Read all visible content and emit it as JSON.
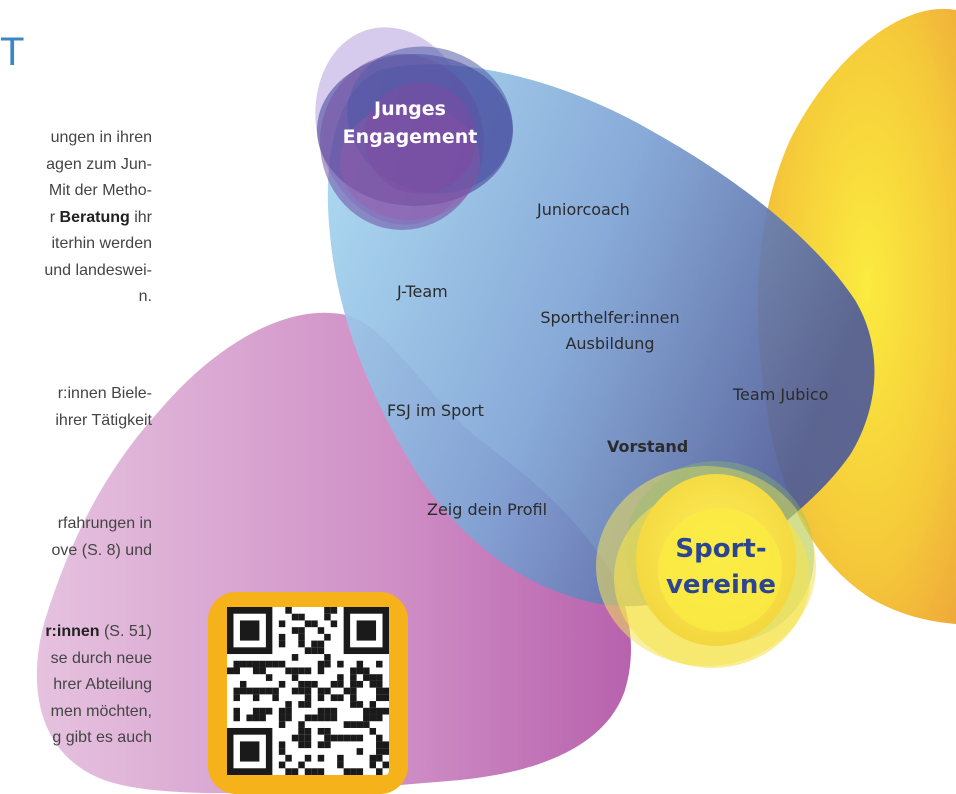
{
  "heading": "T",
  "paragraphs": [
    {
      "lines": [
        {
          "parts": [
            {
              "t": "ungen in ihren"
            }
          ]
        },
        {
          "parts": [
            {
              "t": "agen zum Jun-"
            }
          ]
        },
        {
          "parts": [
            {
              "t": "Mit der Metho-"
            }
          ]
        },
        {
          "parts": [
            {
              "t": "r "
            },
            {
              "t": "Beratung",
              "b": true
            },
            {
              "t": " ihr"
            }
          ]
        },
        {
          "parts": [
            {
              "t": "iterhin werden"
            }
          ]
        },
        {
          "parts": [
            {
              "t": "und landeswei-"
            }
          ]
        },
        {
          "parts": [
            {
              "t": "n."
            }
          ]
        }
      ]
    },
    {
      "lines": [
        {
          "parts": [
            {
              "t": "r:innen Biele-"
            }
          ]
        },
        {
          "parts": [
            {
              "t": "ihrer Tätigkeit"
            }
          ]
        }
      ]
    },
    {
      "lines": [
        {
          "parts": [
            {
              "t": "rfahrungen in"
            }
          ]
        },
        {
          "parts": [
            {
              "t": "ove (S. 8) und"
            }
          ]
        }
      ]
    },
    {
      "lines": [
        {
          "parts": [
            {
              "t": "r:innen",
              "b": true
            },
            {
              "t": " (S. 51)"
            }
          ]
        },
        {
          "parts": [
            {
              "t": "se durch neue"
            }
          ]
        },
        {
          "parts": [
            {
              "t": "hrer Abteilung"
            }
          ]
        },
        {
          "parts": [
            {
              "t": "men möchten,"
            }
          ]
        },
        {
          "parts": [
            {
              "t": "g gibt es auch"
            }
          ]
        }
      ]
    }
  ],
  "diagram": {
    "junges": "Junges\nEngagement",
    "sportvereine": "Sport-\nvereine",
    "labels": {
      "juniorcoach": "Juniorcoach",
      "jteam": "J-Team",
      "sporthelfer": "Sporthelfer:innen\nAusbildung",
      "teamjubico": "Team Jubico",
      "fsj": "FSJ im Sport",
      "vorstand": "Vorstand",
      "zeig": "Zeig dein Profil"
    },
    "colors": {
      "blue": "#6f9fd9",
      "pink": "#c27db8",
      "yellow": "#f8d93a",
      "purple": "#4e3b8f",
      "heading": "#3d86c6",
      "qr_frame": "#f6b21b"
    }
  },
  "qr_code": "qr-code-icon"
}
